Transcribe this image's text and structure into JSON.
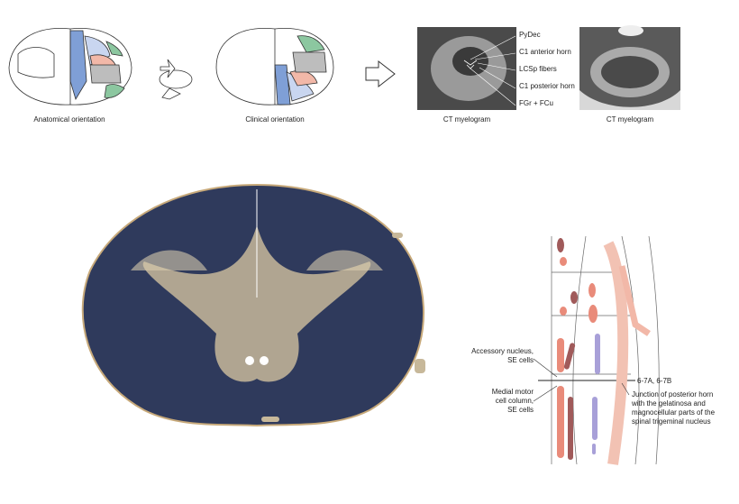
{
  "panels": {
    "anatomical": {
      "caption": "Anatomical orientation"
    },
    "clinical": {
      "caption": "Clinical orientation"
    },
    "ct1": {
      "caption": "CT myelogram",
      "labels": [
        "PyDec",
        "C1 anterior horn",
        "LCSp fibers",
        "C1 posterior horn",
        "FGr + FCu"
      ]
    },
    "ct2": {
      "caption": "CT myelogram"
    }
  },
  "schematic": {
    "left_labels": [
      {
        "line1": "Accessory nucleus,",
        "line2": "SE cells"
      },
      {
        "line1": "Medial motor",
        "line2": "cell column,",
        "line3": "SE cells"
      }
    ],
    "level_label": "6-7A, 6-7B",
    "right_label": [
      "Junction of posterior horn",
      "with the gelatinosa and",
      "magnocellular parts of the",
      "spinal trigeminal nucleus"
    ]
  },
  "colors": {
    "blue": "#7f9fd6",
    "light_blue": "#c9d6f0",
    "pink": "#f2b8a8",
    "green": "#8cc7a0",
    "gray": "#bdbdbd",
    "stain_dark": "#2f3a5c",
    "stain_light": "#c7b89a"
  }
}
